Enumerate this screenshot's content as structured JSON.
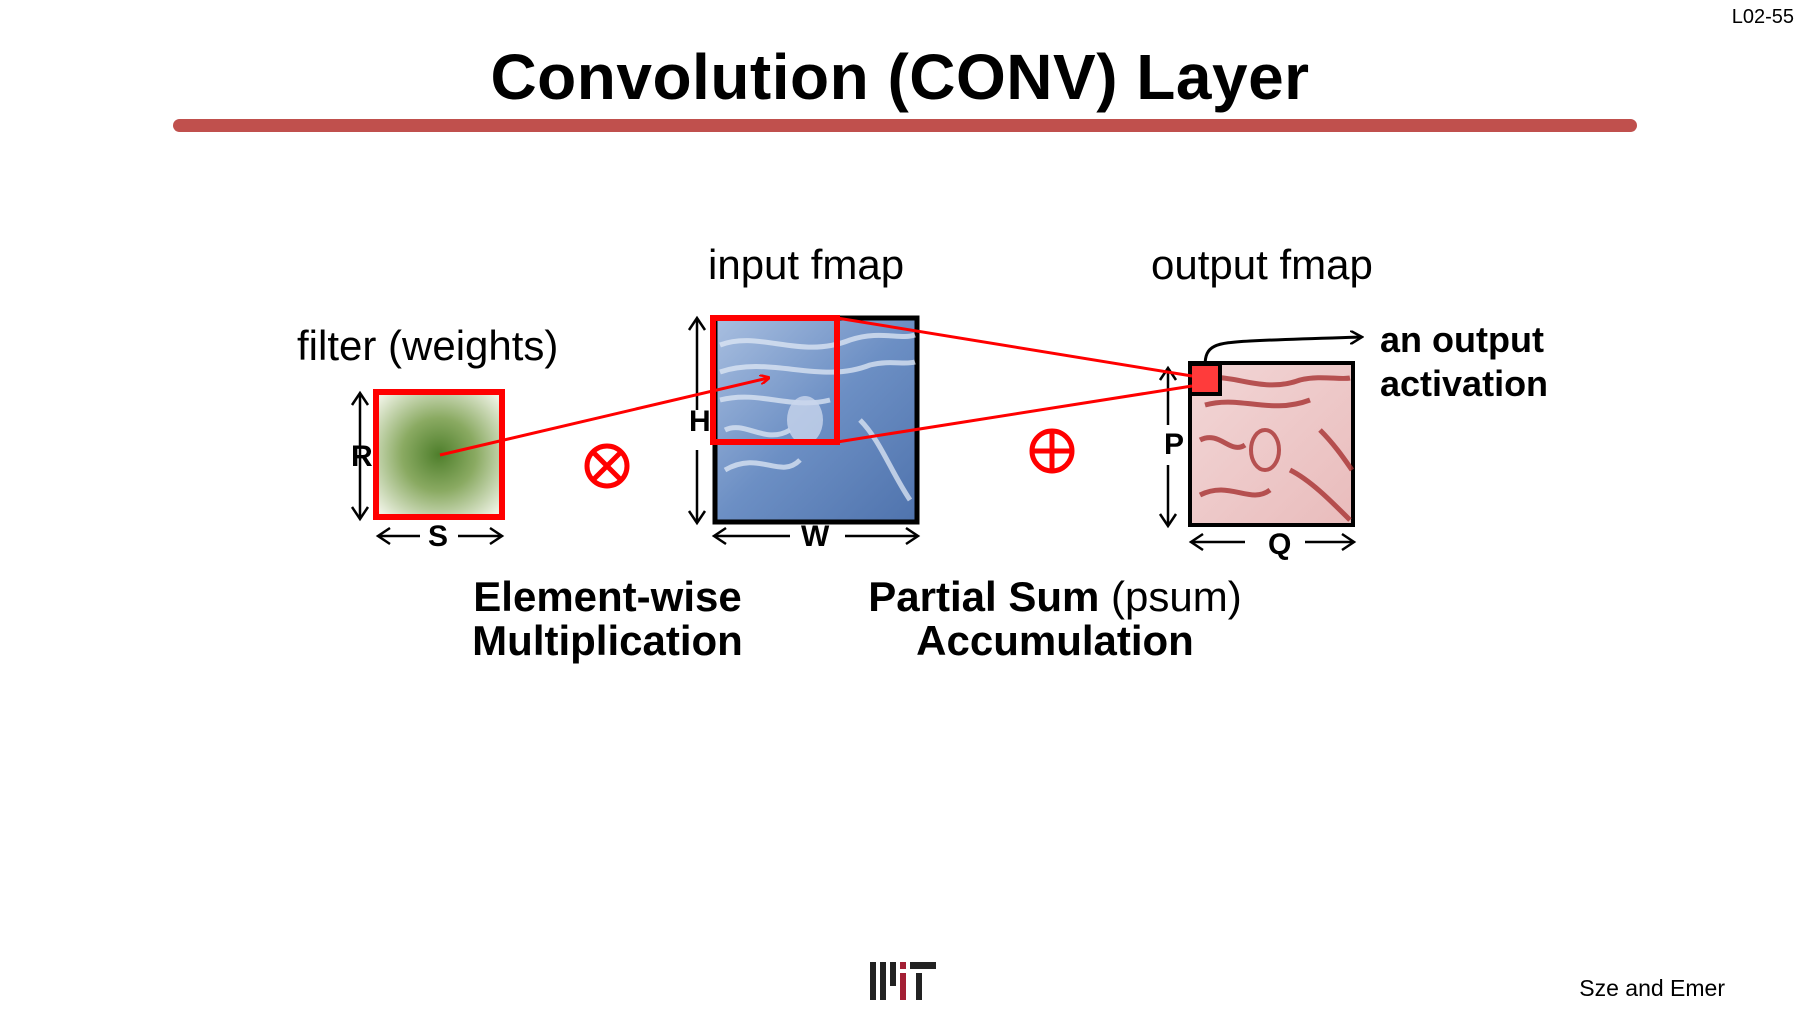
{
  "slide_number": "L02-55",
  "title": "Convolution (CONV) Layer",
  "labels": {
    "filter": "filter (weights)",
    "input": "input fmap",
    "output": "output fmap"
  },
  "dims": {
    "r": "R",
    "s": "S",
    "h": "H",
    "w": "W",
    "p": "P",
    "q": "Q"
  },
  "operators": {
    "multiply": "⊗",
    "add": "⊕"
  },
  "annotation": {
    "line1": "an output",
    "line2": "activation"
  },
  "captions": {
    "mult_line1": "Element-wise",
    "mult_line2": "Multiplication",
    "psum_bold": "Partial Sum",
    "psum_normal": "(psum)",
    "psum_line2": "Accumulation"
  },
  "footer": {
    "author": "Sze and Emer",
    "logo": "MIT"
  },
  "colors": {
    "accent_red": "#ff0000",
    "rule": "#c0504d",
    "filter_green": "#4f7f2c",
    "input_blue": "#6c8fc4",
    "output_red": "#b03a3a"
  }
}
